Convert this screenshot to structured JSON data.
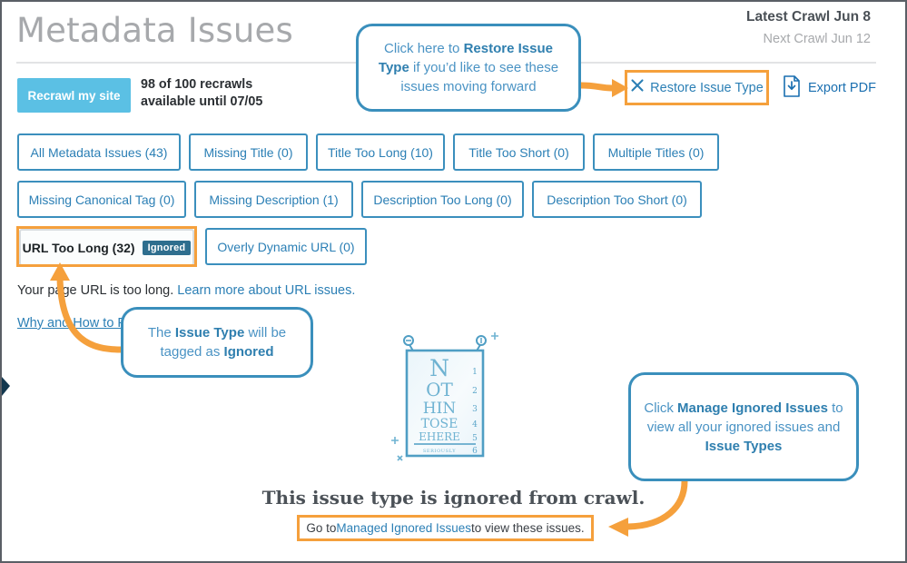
{
  "header": {
    "title": "Metadata Issues",
    "latest_crawl": "Latest Crawl Jun 8",
    "next_crawl": "Next Crawl Jun 12"
  },
  "toolbar": {
    "recrawl_label": "Recrawl my site",
    "recrawl_info_line1": "98 of 100 recrawls",
    "recrawl_info_line2": "available until 07/05",
    "restore_label": "Restore Issue Type",
    "restore_icon": "close-x-icon",
    "export_label": "Export PDF",
    "export_icon": "download-document-icon"
  },
  "chips": [
    {
      "label": "All Metadata Issues (43)",
      "selected": false
    },
    {
      "label": "Missing Title (0)",
      "selected": false
    },
    {
      "label": "Title Too Long (10)",
      "selected": false
    },
    {
      "label": "Title Too Short (0)",
      "selected": false
    },
    {
      "label": "Multiple Titles (0)",
      "selected": false
    },
    {
      "label": "Missing Canonical Tag (0)",
      "selected": false
    },
    {
      "label": "Missing Description (1)",
      "selected": false
    },
    {
      "label": "Description Too Long (0)",
      "selected": false
    },
    {
      "label": "Description Too Short (0)",
      "selected": false
    },
    {
      "label": "URL Too Long (32)",
      "selected": true,
      "badge": "Ignored"
    },
    {
      "label": "Overly Dynamic URL (0)",
      "selected": false
    }
  ],
  "detail": {
    "description_text": "Your page URL is too long.",
    "description_link": "Learn more about URL issues.",
    "why_link": "Why and How to F"
  },
  "callouts": [
    {
      "id": "restore-callout",
      "parts": [
        {
          "t": "Click here to ",
          "b": false
        },
        {
          "t": "Restore Issue Type",
          "b": true
        },
        {
          "t": " if you’d like to see these issues moving forward",
          "b": false
        }
      ]
    },
    {
      "id": "ignored-tag-callout",
      "parts": [
        {
          "t": "The ",
          "b": false
        },
        {
          "t": "Issue Type",
          "b": true
        },
        {
          "t": " will be tagged as ",
          "b": false
        },
        {
          "t": "Ignored",
          "b": true
        }
      ]
    },
    {
      "id": "manage-ignored-callout",
      "parts": [
        {
          "t": "Click ",
          "b": false
        },
        {
          "t": "Manage Ignored Issues",
          "b": true
        },
        {
          "t": " to view all your ignored issues and ",
          "b": false
        },
        {
          "t": "Issue Types",
          "b": true
        }
      ]
    }
  ],
  "empty_state": {
    "illustration": "eye-chart-illustration",
    "eye_chart_lines": [
      "N",
      "OT",
      "HIN",
      "TOSE",
      "EHERE"
    ],
    "eye_chart_numbers": [
      "1",
      "2",
      "3",
      "4",
      "5",
      "6"
    ],
    "eye_chart_footer": "SERIOUSLY",
    "title": "This issue type is ignored from crawl.",
    "goto_prefix": "Go to ",
    "goto_link": "Managed Ignored Issues",
    "goto_suffix": " to view these issues."
  },
  "colors": {
    "accent_blue": "#2b7fb5",
    "chip_border": "#3b8fbd",
    "highlight_orange": "#f5a03c",
    "button_blue": "#5bc0e4",
    "badge_navy": "#2e6e8e",
    "title_gray": "#a7a9ac"
  }
}
